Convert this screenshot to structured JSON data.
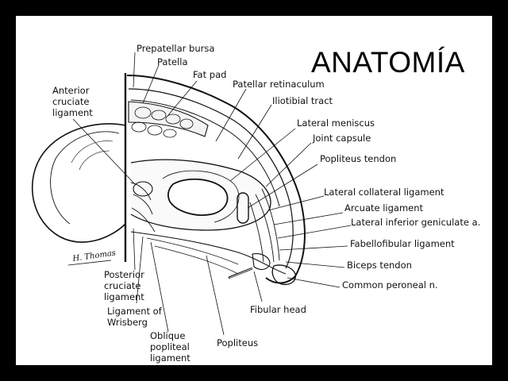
{
  "slide": {
    "title": "ANATOMÍA"
  },
  "diagram": {
    "signature": "H. Thomas",
    "labels": {
      "prepatellar_bursa": "Prepatellar bursa",
      "patella": "Patella",
      "fat_pad": "Fat pad",
      "patellar_retinaculum": "Patellar retinaculum",
      "iliotibial_tract": "Iliotibial tract",
      "lateral_meniscus": "Lateral meniscus",
      "joint_capsule": "Joint capsule",
      "popliteus_tendon": "Popliteus tendon",
      "lateral_collateral_ligament": "Lateral collateral ligament",
      "arcuate_ligament": "Arcuate ligament",
      "lateral_inferior_geniculate": "Lateral inferior geniculate a.",
      "fabellofibular_ligament": "Fabellofibular ligament",
      "biceps_tendon": "Biceps tendon",
      "common_peroneal": "Common peroneal n.",
      "fibular_head": "Fibular head",
      "popliteus": "Popliteus",
      "anterior_cruciate_1": "Anterior",
      "anterior_cruciate_2": "cruciate",
      "anterior_cruciate_3": "ligament",
      "posterior_cruciate_1": "Posterior",
      "posterior_cruciate_2": "cruciate",
      "posterior_cruciate_3": "ligament",
      "wrisberg_1": "Ligament of",
      "wrisberg_2": "Wrisberg",
      "oblique_popliteal_1": "Oblique",
      "oblique_popliteal_2": "popliteal",
      "oblique_popliteal_3": "ligament"
    }
  }
}
